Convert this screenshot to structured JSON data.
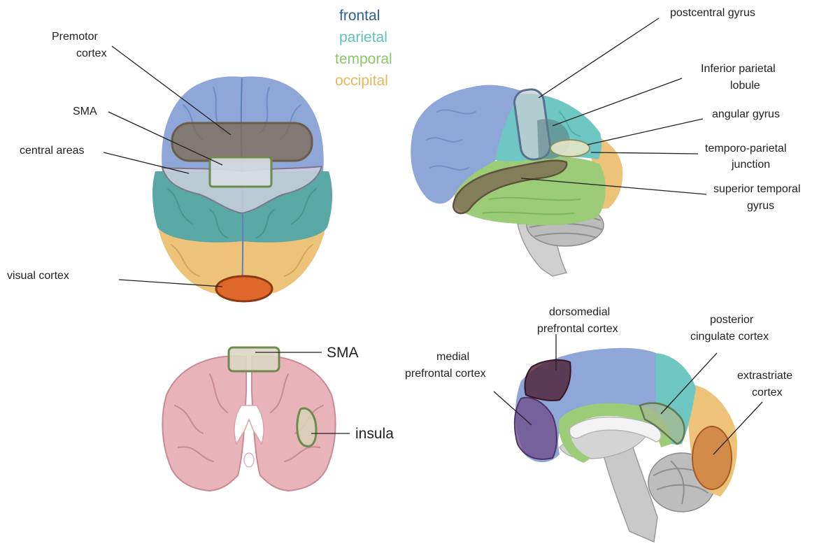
{
  "legend": {
    "items": [
      {
        "label": "frontal",
        "color": "#2f5e93"
      },
      {
        "label": "parietal",
        "color": "#5fc1bd"
      },
      {
        "label": "temporal",
        "color": "#8cc56a"
      },
      {
        "label": "occipital",
        "color": "#eab55a"
      }
    ]
  },
  "lobe_colors": {
    "frontal": "#8ea6d8",
    "parietal": "#6fc7c4",
    "parietal_dark": "#5aa8a5",
    "temporal": "#9ccc78",
    "occipital": "#edc37a",
    "visual_cortex": "#e0672a",
    "coronal": "#e8b3b9",
    "highlight_overlay": "#7c6a52"
  },
  "top_view": {
    "labels": {
      "premotor_line1": "Premotor",
      "premotor_line2": "cortex",
      "sma": "SMA",
      "central": "central areas",
      "visual": "visual cortex"
    }
  },
  "lateral_view": {
    "labels": {
      "postcentral": "postcentral gyrus",
      "ipl_line1": "Inferior parietal",
      "ipl_line2": "lobule",
      "angular": "angular gyrus",
      "tpj_line1": "temporo-parietal",
      "tpj_line2": "junction",
      "stg_line1": "superior temporal",
      "stg_line2": "gyrus"
    }
  },
  "coronal_view": {
    "labels": {
      "sma": "SMA",
      "insula": "insula"
    }
  },
  "medial_view": {
    "labels": {
      "dmpfc_line1": "dorsomedial",
      "dmpfc_line2": "prefrontal cortex",
      "mpfc_line1": "medial",
      "mpfc_line2": "prefrontal cortex",
      "pcc_line1": "posterior",
      "pcc_line2": "cingulate cortex",
      "extrastriate_line1": "extrastriate",
      "extrastriate_line2": "cortex"
    }
  }
}
